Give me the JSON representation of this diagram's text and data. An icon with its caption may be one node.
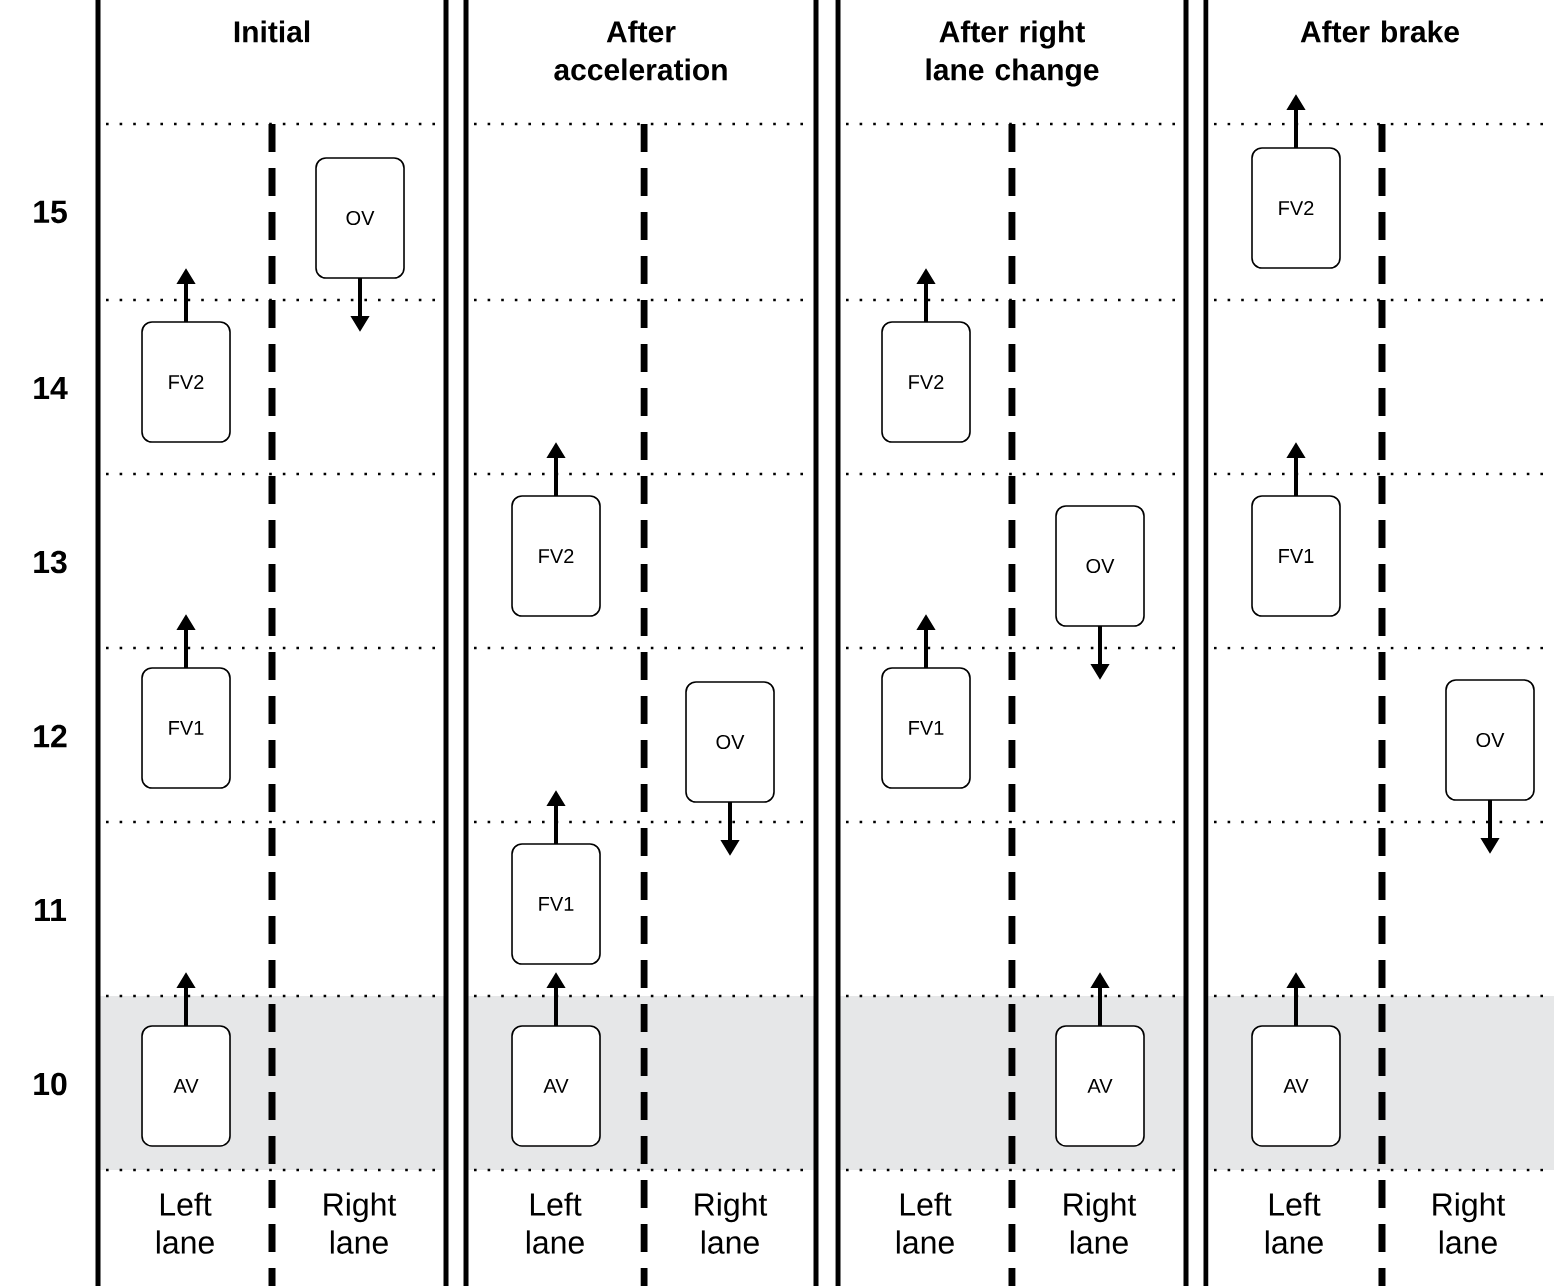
{
  "diagram": {
    "nodes": [
      {
        "text": [
          "OV"
        ]
      },
      {
        "text": [
          "FV2"
        ]
      },
      {
        "text": [
          "FV1"
        ]
      },
      {
        "text": [
          "AV"
        ]
      },
      {
        "text": [
          "FV2"
        ]
      },
      {
        "text": [
          "OV"
        ]
      },
      {
        "text": [
          "FV1"
        ]
      },
      {
        "text": [
          "AV"
        ]
      },
      {
        "text": [
          "FV2"
        ]
      },
      {
        "text": [
          "OV"
        ]
      },
      {
        "text": [
          "FV1"
        ]
      },
      {
        "text": [
          "AV"
        ]
      },
      {
        "text": [
          "FV2"
        ]
      },
      {
        "text": [
          "FV1"
        ]
      },
      {
        "text": [
          "OV"
        ]
      },
      {
        "text": [
          "AV"
        ]
      }
    ],
    "labels": [
      "Initial",
      "After acceleration",
      "After right lane change",
      "After brake",
      "15",
      "14",
      "13",
      "12",
      "11",
      "10",
      "Left lane",
      "Right lane",
      "Left lane",
      "Right lane",
      "Left lane",
      "Right lane",
      "Left lane",
      "Right lane"
    ]
  }
}
